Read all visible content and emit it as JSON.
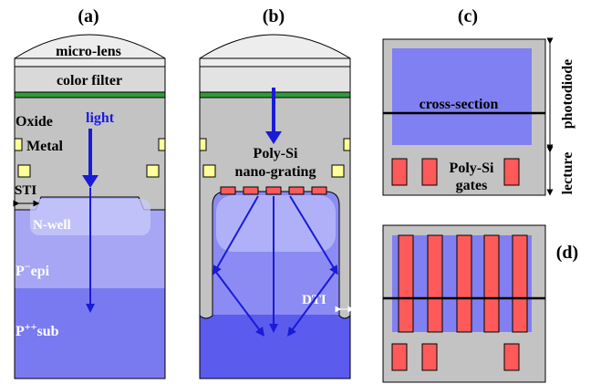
{
  "panels": {
    "a": {
      "tag": "(a)",
      "micro_lens": "micro-lens",
      "color_filter": "color filter",
      "oxide": "Oxide",
      "metal": "Metal",
      "light": "light",
      "sti": "STI",
      "n_well": "N-well",
      "p_epi_base": "P",
      "p_epi_sup": "−",
      "p_epi_suffix": "epi",
      "p_sub_base": "P",
      "p_sub_sup": "++",
      "p_sub_suffix": "sub"
    },
    "b": {
      "tag": "(b)",
      "poly_si": "Poly-Si",
      "nano_grating": "nano-grating",
      "dti": "DTI"
    },
    "c": {
      "tag": "(c)",
      "cross_section": "cross-section",
      "poly_si": "Poly-Si",
      "gates": "gates",
      "photodiode": "photodiode",
      "lecture": "lecture"
    },
    "d": {
      "tag": "(d)"
    }
  },
  "colors": {
    "silicon_light": "#a6a6f5",
    "silicon_mid": "#7f7ff2",
    "silicon_dark": "#5b5bee",
    "oxide": "#c3c3c3",
    "lens": "#ededed",
    "filter": "#d6d6d6",
    "green_layer": "#2f9a3a",
    "metal": "#ffff99",
    "poly": "#ff5a5a",
    "arrow": "#1a1ad9",
    "text_light": "#1a1ae6"
  }
}
